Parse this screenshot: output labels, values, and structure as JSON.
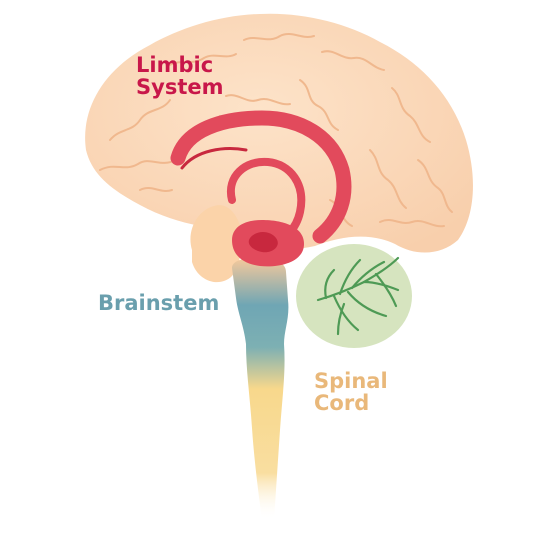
{
  "labels": {
    "limbic": {
      "lines": [
        "Limbic",
        "System"
      ],
      "color": "#c8174a"
    },
    "brainstem": {
      "lines": [
        "Brainstem"
      ],
      "color": "#6a9fad"
    },
    "spinal": {
      "lines": [
        "Spinal",
        "Cord"
      ],
      "color": "#e9b87a"
    }
  },
  "colors": {
    "cerebrum": "#fbd9bb",
    "cerebrum_fold": "#f0b88e",
    "limbic": "#e24a5c",
    "limbic_dark": "#c8283e",
    "brainstem": "#79aab6",
    "spinal": "#f8d88c",
    "cerebellum": "#d6e4bf",
    "cerebellum_vein": "#4e9a55"
  }
}
